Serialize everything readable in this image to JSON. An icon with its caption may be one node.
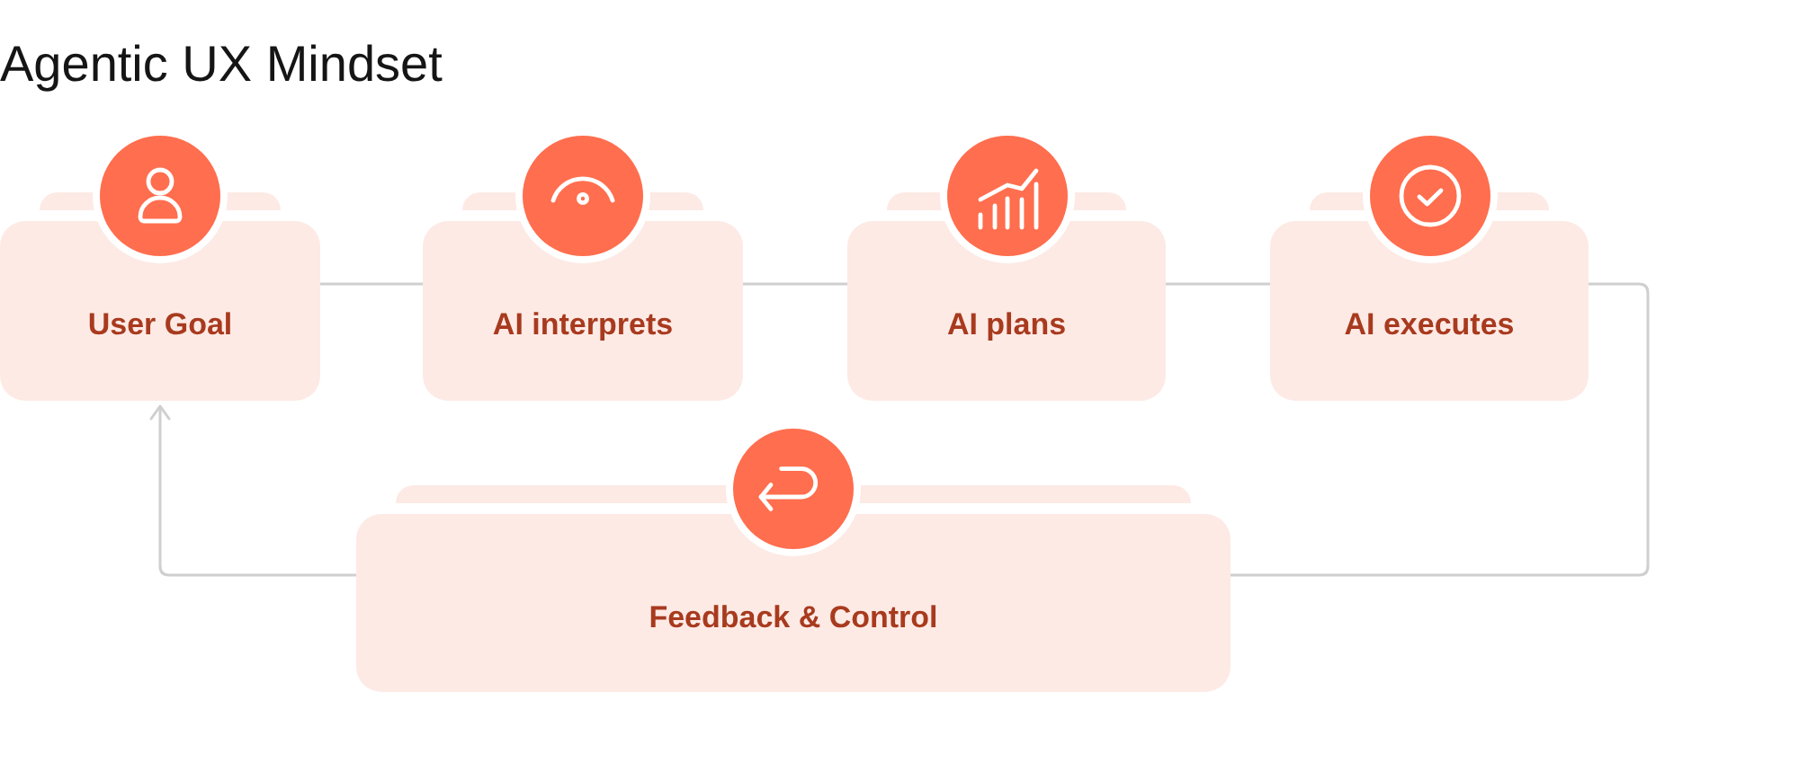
{
  "diagram": {
    "title": "Agentic UX Mindset",
    "nodes": [
      {
        "text": [
          "User Goal"
        ]
      },
      {
        "text": [
          "AI interprets"
        ]
      },
      {
        "text": [
          "AI plans"
        ]
      },
      {
        "text": [
          "AI executes"
        ]
      },
      {
        "text": [
          "Feedback & Control"
        ]
      }
    ],
    "edges": [
      {
        "from": 0,
        "to": 1,
        "arrow": "none"
      },
      {
        "from": 1,
        "to": 2,
        "arrow": "none"
      },
      {
        "from": 2,
        "to": 3,
        "arrow": "none"
      },
      {
        "from": 3,
        "to": 4,
        "arrow": "none"
      },
      {
        "from": 4,
        "to": 0,
        "arrow": "to"
      }
    ]
  }
}
